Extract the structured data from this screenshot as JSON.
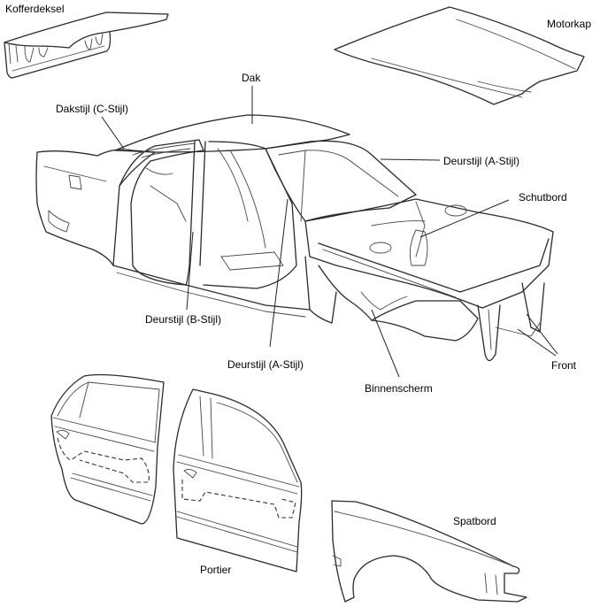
{
  "diagram": {
    "title": "Carrosserie-onderdelen",
    "labels": {
      "kofferdeksel": "Kofferdeksel",
      "motorkap": "Motorkap",
      "dak": "Dak",
      "dakstijl_c": "Dakstijl (C-Stijl)",
      "deurstijl_a_top": "Deurstijl (A-Stijl)",
      "schutbord": "Schutbord",
      "deurstijl_b": "Deurstijl (B-Stijl)",
      "deurstijl_a_bottom": "Deurstijl (A-Stijl)",
      "binnenscherm": "Binnenscherm",
      "front": "Front",
      "portier": "Portier",
      "spatbord": "Spatbord"
    },
    "colors": {
      "line": "#2a2a2a",
      "background": "#ffffff",
      "text": "#000000"
    }
  }
}
